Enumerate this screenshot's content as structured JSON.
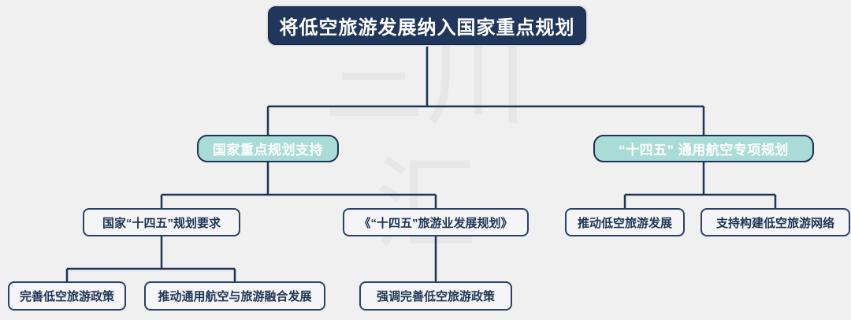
{
  "colors": {
    "background": "#f0f0f1",
    "navy": "#1e3454",
    "root_fill": "#20365a",
    "teal_fill": "#a9dcd7",
    "plain_fill": "#f5f5f7",
    "line": "#1e3454",
    "watermark": "#e7e7e8"
  },
  "watermark": {
    "line1": "三川",
    "line2": "汇"
  },
  "nodes": {
    "root": {
      "label": "将低空旅游发展纳入国家重点规划"
    },
    "branch_left": {
      "label": "国家重点规划支持"
    },
    "branch_right": {
      "label": "“十四五” 通用航空专项规划"
    },
    "left_child_1": {
      "label": "国家“十四五”规划要求"
    },
    "left_child_2": {
      "label": "《“十四五”旅游业发展规划》"
    },
    "right_child_1": {
      "label": "推动低空旅游发展"
    },
    "right_child_2": {
      "label": "支持构建低空旅游网络"
    },
    "left_grandchild_1": {
      "label": "完善低空旅游政策"
    },
    "left_grandchild_2": {
      "label": "推动通用航空与旅游融合发展"
    },
    "left_grandchild_3": {
      "label": "强调完善低空旅游政策"
    }
  }
}
